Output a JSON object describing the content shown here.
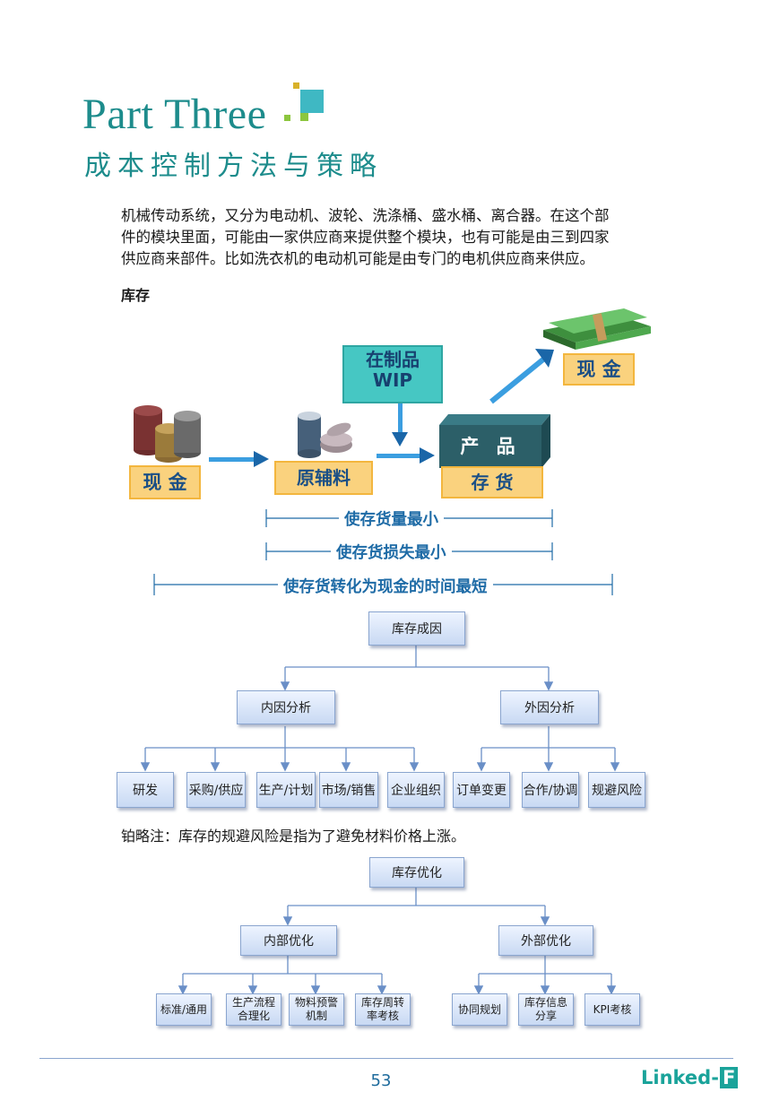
{
  "header": {
    "part_title": "Part Three",
    "part_subtitle": "成本控制方法与策略"
  },
  "intro_paragraph": {
    "line1": "机械传动系统，又分为电动机、波轮、洗涤桶、盛水桶、离合器。在这个部",
    "line2": "件的模块里面，可能由一家供应商来提供整个模块，也有可能是由三到四家",
    "line3": "供应商来部件。比如洗衣机的电动机可能是由专门的电机供应商来供应。"
  },
  "section_heading": "库存",
  "flow_diagram": {
    "cash_left": "现 金",
    "materials": "原辅料",
    "wip_line1": "在制品",
    "wip_line2": "WIP",
    "product": "产 品",
    "inventory": "存 货",
    "cash_right": "现 金",
    "rule1": "使存货量最小",
    "rule2": "使存货损失最小",
    "rule3": "使存货转化为现金的时间最短"
  },
  "causes_chart": {
    "root": "库存成因",
    "internal": "内因分析",
    "external": "外因分析",
    "internal_items": [
      "研发",
      "采购/供应",
      "生产/计划",
      "市场/销售",
      "企业组织"
    ],
    "external_items": [
      "订单变更",
      "合作/协调",
      "规避风险"
    ]
  },
  "note": "铂略注：库存的规避风险是指为了避免材料价格上涨。",
  "optimization_chart": {
    "root": "库存优化",
    "internal": "内部优化",
    "external": "外部优化",
    "internal_items": [
      {
        "line1": "标准/通用",
        "line2": ""
      },
      {
        "line1": "生产流程",
        "line2": "合理化"
      },
      {
        "line1": "物料预警",
        "line2": "机制"
      },
      {
        "line1": "库存周转",
        "line2": "率考核"
      }
    ],
    "external_items": [
      {
        "line1": "协同规划",
        "line2": ""
      },
      {
        "line1": "库存信息",
        "line2": "分享"
      },
      {
        "line1": "KPI考核",
        "line2": ""
      }
    ]
  },
  "footer": {
    "page_number": "53",
    "brand": "Linked-",
    "brand_mark": "F"
  },
  "colors": {
    "teal_title": "#1d8c8c",
    "label_blue": "#1e6ba6",
    "yellow_box": "#fad27e",
    "cyan_box": "#46c7c3",
    "product_box": "#2c5f68",
    "node_border": "#8aa5cf"
  }
}
